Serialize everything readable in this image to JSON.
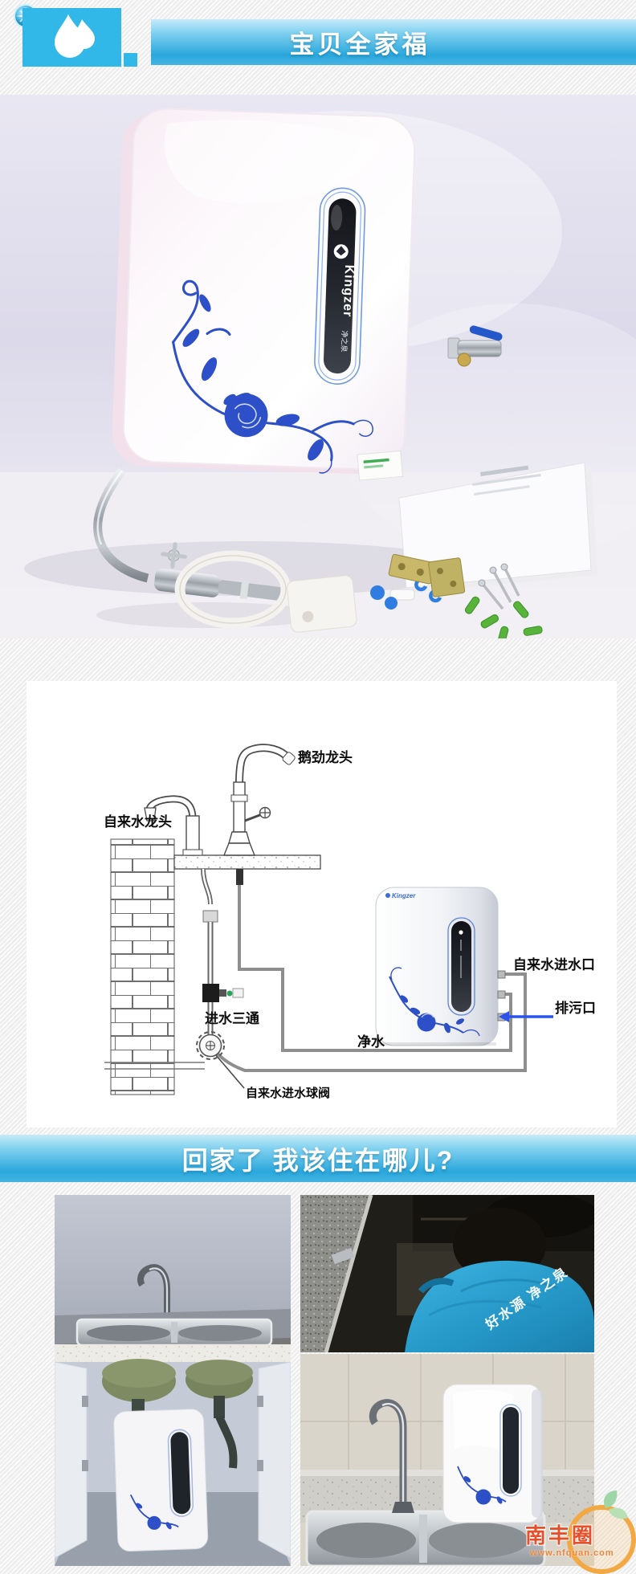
{
  "header": {
    "banner_title": "宝贝全家福"
  },
  "brand": {
    "name": "Kingzer",
    "name_cn": "净之泉"
  },
  "diagram": {
    "labels": {
      "goose_faucet": "鹅劲龙头",
      "tap_faucet": "自来水龙头",
      "inlet_tee": "进水三通",
      "inlet_ball_valve": "自来水进水球阀",
      "tap_water_inlet_port": "自来水进水口",
      "drain_port": "排污口",
      "clean_water": "净水"
    },
    "purifier_brand": "Kingzer"
  },
  "section2": {
    "banner_title": "回家了 我该住在哪儿?"
  },
  "photos": {
    "technician_shirt_text": "好水源 净之泉"
  },
  "watermark": {
    "name": "南丰圈",
    "url": "www.nfquan.com"
  },
  "colors": {
    "banner_blue": "#2aa7dc",
    "icon_blue": "#31b8e9",
    "accent_arrow": "#2c52ee",
    "floral_blue": "#2d4fc8",
    "shirt_blue": "#2aa3d4",
    "watermark_orange": "#e4502a"
  }
}
